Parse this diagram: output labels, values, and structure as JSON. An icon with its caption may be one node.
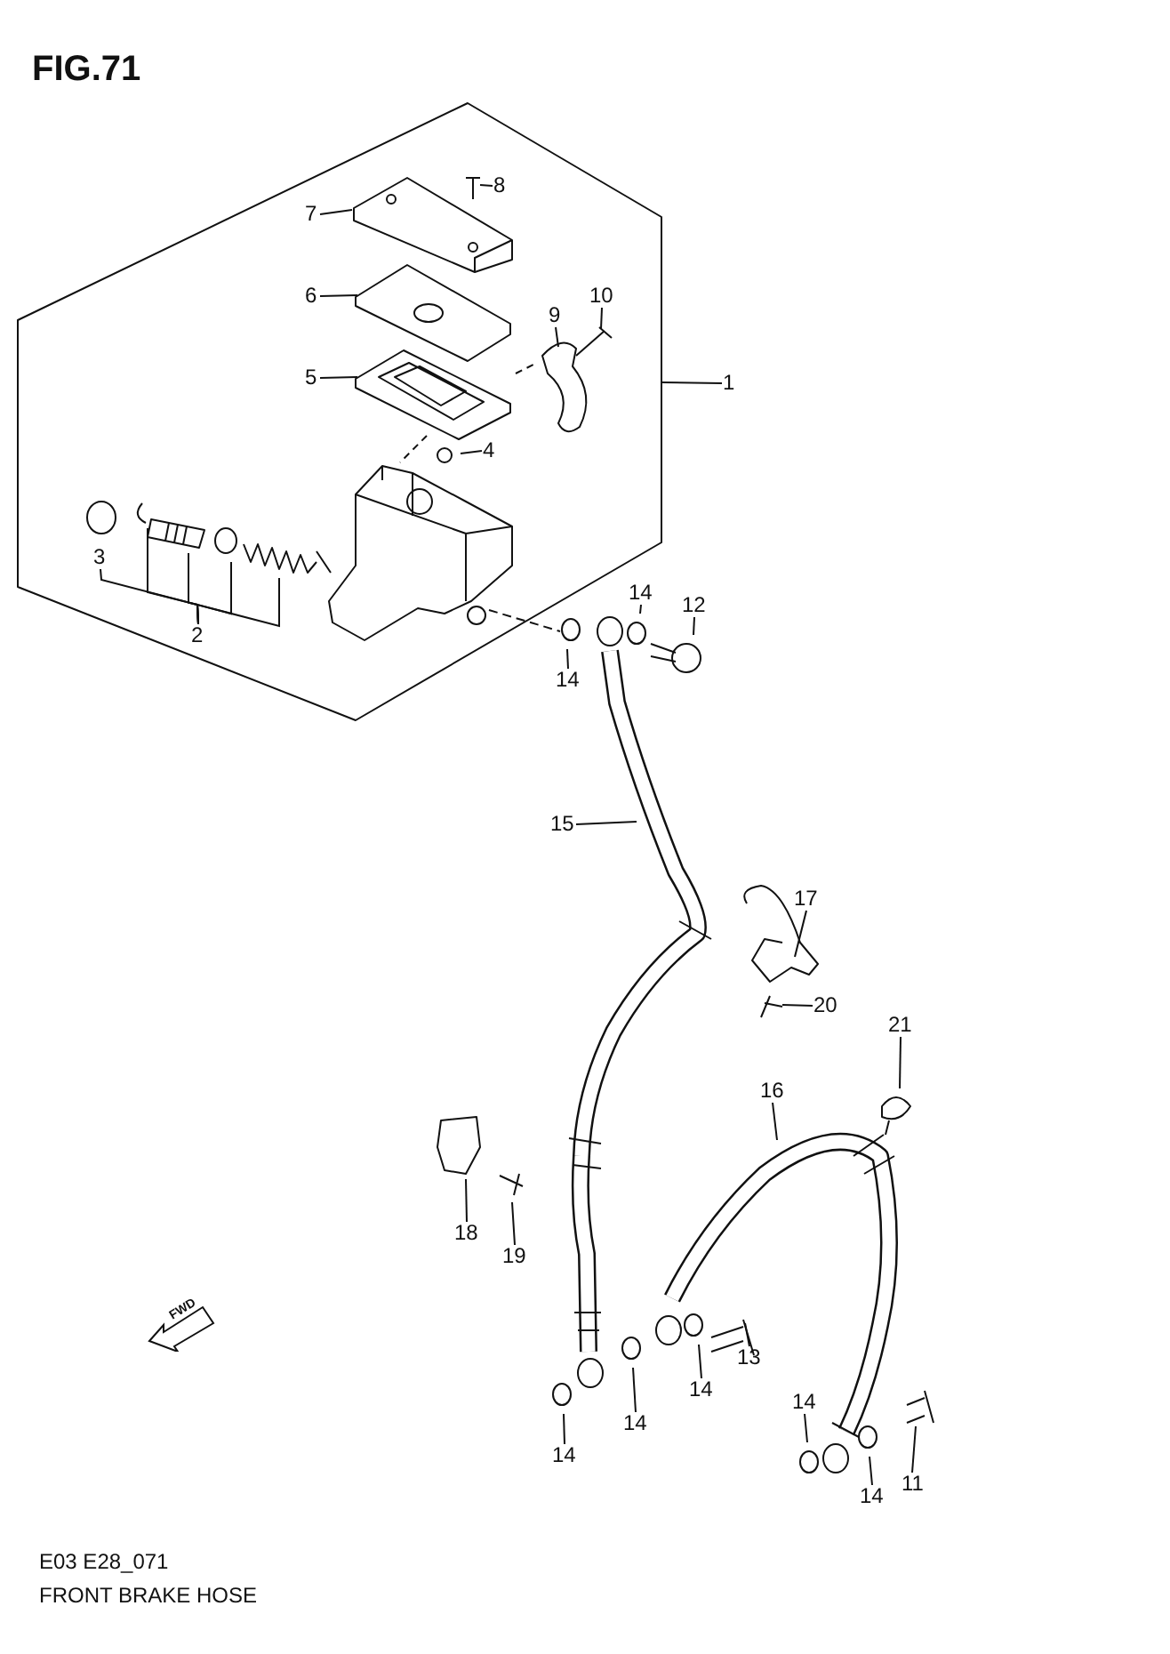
{
  "diagram": {
    "title": "FIG.71",
    "nodes": [
      {
        "text": [
          "7"
        ]
      },
      {
        "text": [
          "8"
        ]
      },
      {
        "text": [
          "6"
        ]
      },
      {
        "text": [
          "10"
        ]
      },
      {
        "text": [
          "9"
        ]
      },
      {
        "text": [
          "5"
        ]
      },
      {
        "text": [
          "1"
        ]
      },
      {
        "text": [
          "4"
        ]
      },
      {
        "text": [
          "3"
        ]
      },
      {
        "text": [
          "2"
        ]
      },
      {
        "text": [
          "14"
        ]
      },
      {
        "text": [
          "12"
        ]
      },
      {
        "text": [
          "14"
        ]
      },
      {
        "text": [
          "15"
        ]
      },
      {
        "text": [
          "17"
        ]
      },
      {
        "text": [
          "20"
        ]
      },
      {
        "text": [
          "21"
        ]
      },
      {
        "text": [
          "16"
        ]
      },
      {
        "text": [
          "18"
        ]
      },
      {
        "text": [
          "19"
        ]
      },
      {
        "text": [
          "13"
        ]
      },
      {
        "text": [
          "14"
        ]
      },
      {
        "text": [
          "14"
        ]
      },
      {
        "text": [
          "14"
        ]
      },
      {
        "text": [
          "14"
        ]
      },
      {
        "text": [
          "14"
        ]
      },
      {
        "text": [
          "11"
        ]
      }
    ],
    "edges": [
      {
        "from": 0,
        "to": null,
        "arrow": "none"
      },
      {
        "from": 1,
        "to": null,
        "arrow": "none"
      },
      {
        "from": 2,
        "to": null,
        "arrow": "none"
      },
      {
        "from": 3,
        "to": null,
        "arrow": "none"
      },
      {
        "from": 4,
        "to": null,
        "arrow": "none"
      },
      {
        "from": 5,
        "to": null,
        "arrow": "none"
      },
      {
        "from": 6,
        "to": null,
        "arrow": "none"
      },
      {
        "from": 7,
        "to": null,
        "arrow": "none"
      },
      {
        "from": 9,
        "to": 8,
        "arrow": "none"
      },
      {
        "from": 9,
        "to": null,
        "arrow": "none"
      },
      {
        "from": 9,
        "to": null,
        "arrow": "none"
      },
      {
        "from": 9,
        "to": null,
        "arrow": "none"
      },
      {
        "from": 9,
        "to": null,
        "arrow": "none"
      },
      {
        "from": 10,
        "to": null,
        "arrow": "none"
      },
      {
        "from": 11,
        "to": null,
        "arrow": "none"
      },
      {
        "from": 12,
        "to": null,
        "arrow": "none"
      },
      {
        "from": 13,
        "to": null,
        "arrow": "none"
      },
      {
        "from": 14,
        "to": null,
        "arrow": "none"
      },
      {
        "from": 15,
        "to": null,
        "arrow": "none"
      },
      {
        "from": 16,
        "to": null,
        "arrow": "none"
      },
      {
        "from": 17,
        "to": null,
        "arrow": "none"
      },
      {
        "from": 18,
        "to": null,
        "arrow": "none"
      },
      {
        "from": 19,
        "to": null,
        "arrow": "none"
      },
      {
        "from": 20,
        "to": null,
        "arrow": "none"
      },
      {
        "from": 21,
        "to": null,
        "arrow": "none"
      },
      {
        "from": 22,
        "to": null,
        "arrow": "none"
      },
      {
        "from": 23,
        "to": null,
        "arrow": "none"
      },
      {
        "from": 24,
        "to": null,
        "arrow": "none"
      },
      {
        "from": 25,
        "to": null,
        "arrow": "none"
      },
      {
        "from": 26,
        "to": null,
        "arrow": "none"
      }
    ],
    "labels": [
      "FWD",
      "E03 E28_071",
      "FRONT BRAKE HOSE"
    ]
  }
}
